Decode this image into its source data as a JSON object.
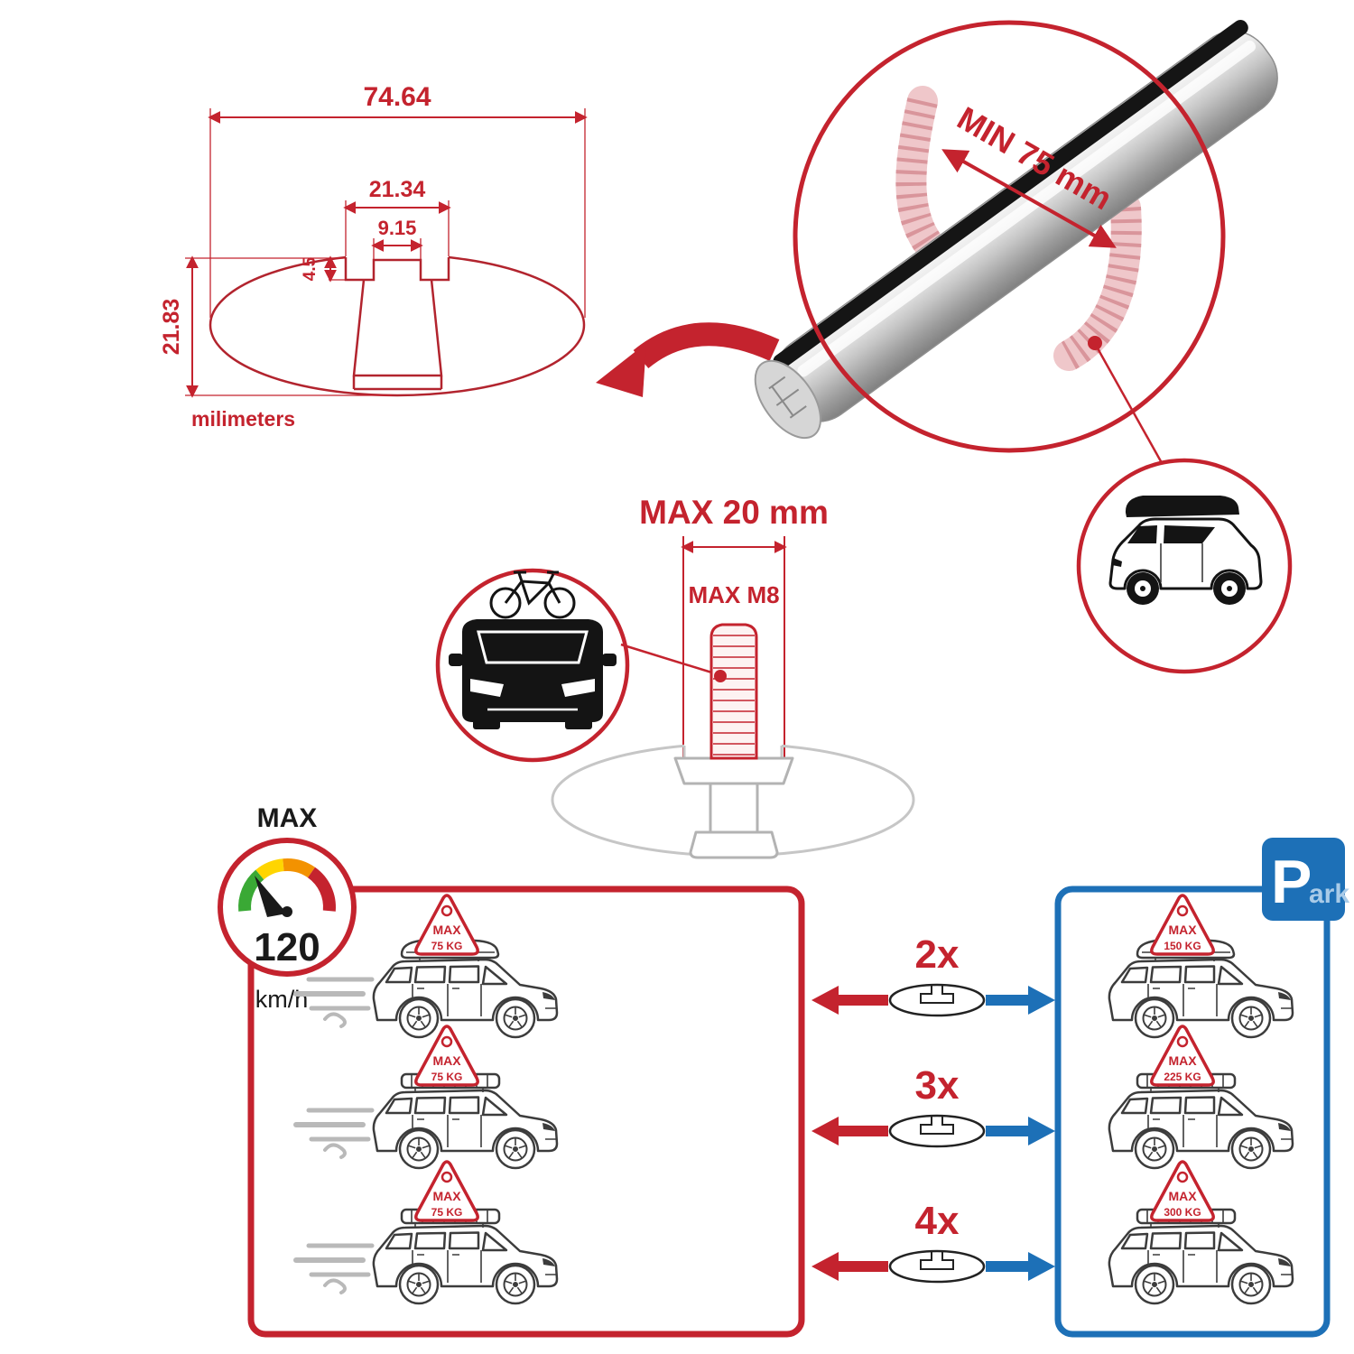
{
  "colors": {
    "red": "#c4232e",
    "blue": "#1d70b7",
    "black": "#1a1a1a",
    "car_line_gray": "#3c3c3c",
    "profile_gray": "#c6c6c6",
    "gauge_green": "#3aa935",
    "gauge_yellow": "#ffd500",
    "gauge_orange": "#f39200"
  },
  "cross_section": {
    "dim_total_width": "74.64",
    "dim_slot_outer": "21.34",
    "dim_slot_inner": "9.15",
    "dim_lip_height": "4.5",
    "dim_total_height": "21.83",
    "units_label": "milimeters"
  },
  "bar_detail": {
    "min_span_label": "MIN 75 mm"
  },
  "bolt_detail": {
    "max_length_label": "MAX 20 mm",
    "max_thread_label": "MAX M8"
  },
  "speed_limit": {
    "title": "MAX",
    "value": "120",
    "units": "km/h"
  },
  "park_sign": {
    "letter": "P",
    "suffix": "ark"
  },
  "rows": [
    {
      "quantity": "2x",
      "driving_tag": {
        "line1": "MAX",
        "line2": "75 KG"
      },
      "parked_tag": {
        "line1": "MAX",
        "line2": "150 KG"
      }
    },
    {
      "quantity": "3x",
      "driving_tag": {
        "line1": "MAX",
        "line2": "75 KG"
      },
      "parked_tag": {
        "line1": "MAX",
        "line2": "225 KG"
      }
    },
    {
      "quantity": "4x",
      "driving_tag": {
        "line1": "MAX",
        "line2": "75 KG"
      },
      "parked_tag": {
        "line1": "MAX",
        "line2": "300 KG"
      }
    }
  ]
}
